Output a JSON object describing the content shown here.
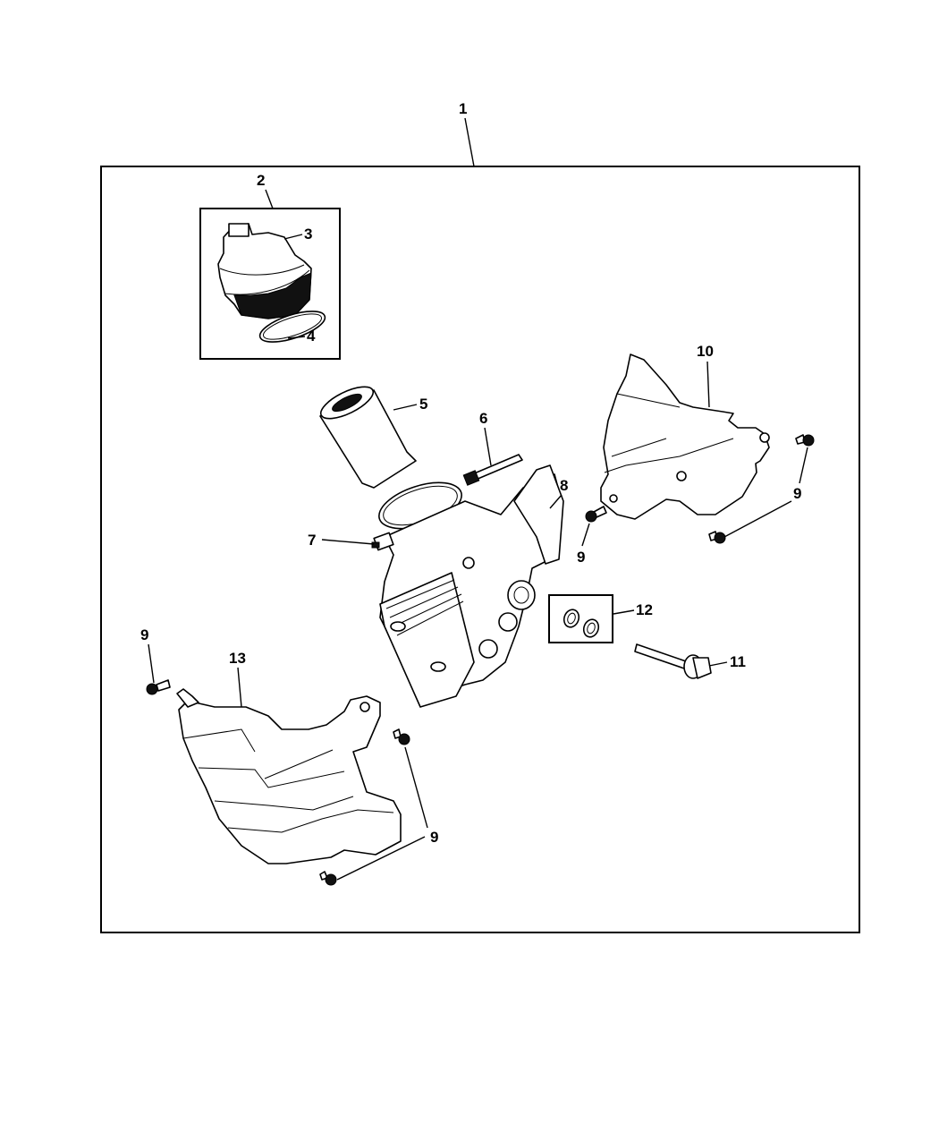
{
  "diagram": {
    "title": "Oil Filter Housing / Oil Cooler Assembly",
    "callouts": [
      {
        "id": "1",
        "label": "1",
        "part": "oil-filter-housing-assembly"
      },
      {
        "id": "2",
        "label": "2",
        "part": "oil-filter-cap-kit"
      },
      {
        "id": "3",
        "label": "3",
        "part": "oil-filter-cap"
      },
      {
        "id": "4",
        "label": "4",
        "part": "o-ring"
      },
      {
        "id": "5",
        "label": "5",
        "part": "oil-filter-element"
      },
      {
        "id": "6",
        "label": "6",
        "part": "bolt"
      },
      {
        "id": "7",
        "label": "7",
        "part": "sensor"
      },
      {
        "id": "8",
        "label": "8",
        "part": "oil-filter-housing"
      },
      {
        "id": "9a",
        "label": "9",
        "part": "bolt"
      },
      {
        "id": "9b",
        "label": "9",
        "part": "bolt"
      },
      {
        "id": "9c",
        "label": "9",
        "part": "bolt"
      },
      {
        "id": "9d",
        "label": "9",
        "part": "bolt"
      },
      {
        "id": "9e",
        "label": "9",
        "part": "bolt"
      },
      {
        "id": "10",
        "label": "10",
        "part": "heat-shield-upper"
      },
      {
        "id": "11",
        "label": "11",
        "part": "bolt"
      },
      {
        "id": "12",
        "label": "12",
        "part": "seal-kit"
      },
      {
        "id": "13",
        "label": "13",
        "part": "heat-shield-lower"
      }
    ]
  }
}
